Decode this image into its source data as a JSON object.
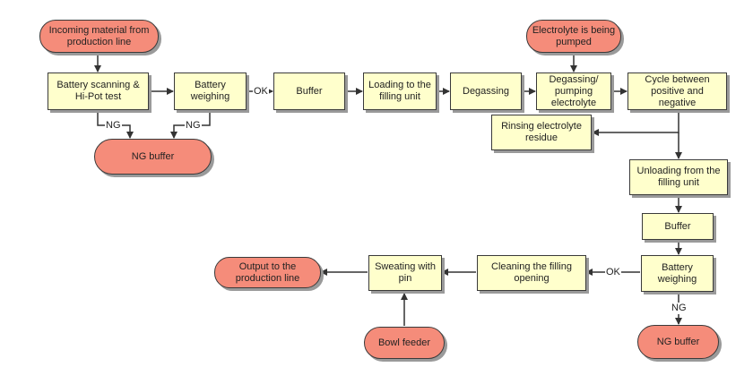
{
  "nodes": {
    "incoming": "Incoming material from production line",
    "electrolyte_pumped": "Electrolyte is being pumped",
    "scan_hipot": "Battery scanning & Hi-Pot test",
    "weighing_1": "Battery weighing",
    "buffer_1": "Buffer",
    "loading": "Loading to the filling unit",
    "degassing": "Degassing",
    "degas_pump": "Degassing/ pumping electrolyte",
    "cycle": "Cycle between positive and negative",
    "rinsing": "Rinsing electrolyte residue",
    "ng_buffer_1": "NG buffer",
    "unloading": "Unloading from the filling unit",
    "buffer_2": "Buffer",
    "weighing_2": "Battery weighing",
    "cleaning": "Cleaning the filling opening",
    "sweating": "Sweating with pin",
    "output": "Output to the production line",
    "bowl_feeder": "Bowl feeder",
    "ng_buffer_2": "NG buffer"
  },
  "labels": {
    "ok_1": "OK",
    "ok_2": "OK",
    "ng_1": "NG",
    "ng_2": "NG",
    "ng_3": "NG"
  },
  "colors": {
    "process_fill": "#ffffcc",
    "terminal_fill": "#f58c7a",
    "line": "#333333"
  }
}
